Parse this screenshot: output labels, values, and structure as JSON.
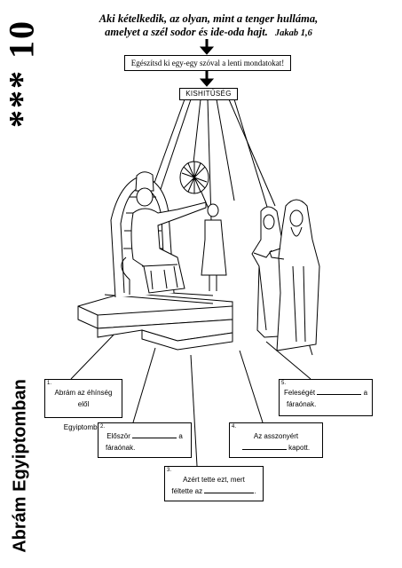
{
  "side": {
    "stars_number": "*** 10",
    "title": "Abrám Egyiptomban"
  },
  "verse": {
    "line1": "Aki kételkedik, az olyan, mint a tenger hulláma,",
    "line2": "amelyet a szél sodor és ide-oda hajt.",
    "reference": "Jakab 1,6"
  },
  "instruction": "Egészítsd ki egy-egy szóval a lenti mondatokat!",
  "keyword": "KISHITŰSÉG",
  "questions": [
    {
      "number": "1.",
      "before": "Abrám az éhínség elől",
      "after": "Egyiptomba."
    },
    {
      "number": "2.",
      "before": "Először",
      "after": "a",
      "line2": "fáraónak."
    },
    {
      "number": "3.",
      "before": "Azért tette ezt, mert",
      "middle": "féltette az",
      "after": "."
    },
    {
      "number": "4.",
      "before": "Az asszonyért",
      "after": "kapott."
    },
    {
      "number": "5.",
      "before": "Feleségét",
      "after": "a",
      "line2": "fáraónak."
    }
  ]
}
